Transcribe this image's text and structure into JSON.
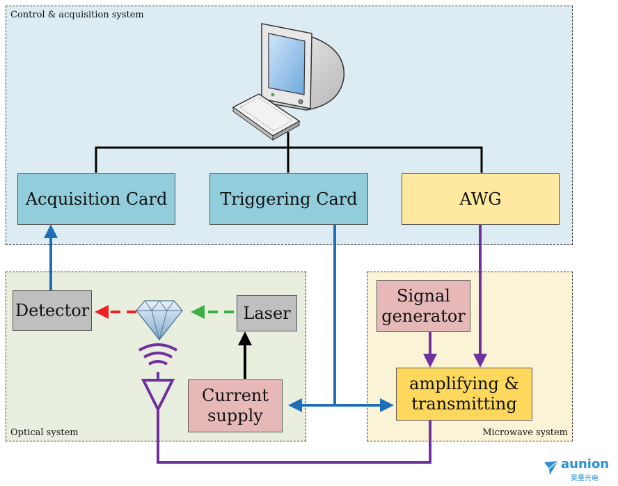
{
  "regions": {
    "control": {
      "label": "Control & acquisition system",
      "color": "#dcecf2"
    },
    "optical": {
      "label": "Optical system",
      "color": "#e8efdf"
    },
    "microwave": {
      "label": "Microwave system",
      "color": "#fbf3d6"
    }
  },
  "boxes": {
    "acquisition_card": {
      "label": "Acquisition Card",
      "color": "#92cddc"
    },
    "triggering_card": {
      "label": "Triggering Card",
      "color": "#92cddc"
    },
    "awg": {
      "label": "AWG",
      "color": "#fde9a0"
    },
    "detector": {
      "label": "Detector",
      "color": "#bfbfbf"
    },
    "laser": {
      "label": "Laser",
      "color": "#bfbfbf"
    },
    "current_supply": {
      "label": "Current\nsupply",
      "color": "#e6b9b8"
    },
    "signal_generator": {
      "label": "Signal\ngenerator",
      "color": "#e6b9b8"
    },
    "amplifying_transmitting": {
      "label": "amplifying &\ntransmitting",
      "color": "#fdd85c"
    }
  },
  "line_colors": {
    "black": "#000000",
    "blue": "#1f6fb8",
    "purple": "#7030a0",
    "red": "#ee2222",
    "green": "#3cb043"
  },
  "logo": {
    "text": "aunion",
    "subtext": "昊量光电",
    "color": "#2a8fd8"
  }
}
